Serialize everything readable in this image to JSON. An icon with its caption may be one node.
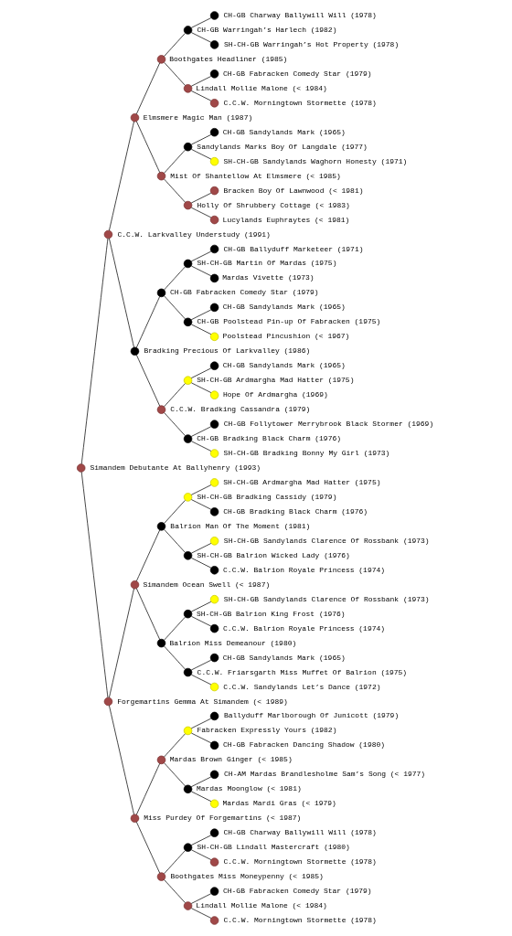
{
  "diagram": {
    "nodes": [
      {
        "text": [],
        "shape": "circle",
        "beside": [
          "CH-GB Charway Ballywill Will (1978)"
        ]
      },
      {
        "text": [],
        "shape": "circle",
        "beside": [
          "CH-GB Warringah’s Harlech (1982)"
        ]
      },
      {
        "text": [],
        "shape": "circle",
        "beside": [
          "SH-CH-GB Warringah’s Hot Property (1978)"
        ]
      },
      {
        "text": [],
        "shape": "circle",
        "beside": [
          "Boothgates Headliner (1985)"
        ]
      },
      {
        "text": [],
        "shape": "circle",
        "beside": [
          "CH-GB Fabracken Comedy Star (1979)"
        ]
      },
      {
        "text": [],
        "shape": "circle",
        "beside": [
          "Lindall Mollie Malone (< 1984)"
        ]
      },
      {
        "text": [],
        "shape": "circle",
        "beside": [
          "C.C.W. Morningtown Stormette (1978)"
        ]
      },
      {
        "text": [],
        "shape": "circle",
        "beside": [
          "Elmsmere Magic Man (1987)"
        ]
      },
      {
        "text": [],
        "shape": "circle",
        "beside": [
          "CH-GB Sandylands Mark (1965)"
        ]
      },
      {
        "text": [],
        "shape": "circle",
        "beside": [
          "Sandylands Marks Boy Of Langdale (1977)"
        ]
      },
      {
        "text": [],
        "shape": "circle",
        "beside": [
          "SH-CH-GB Sandylands Waghorn Honesty (1971)"
        ]
      },
      {
        "text": [],
        "shape": "circle",
        "beside": [
          "Mist Of Shantellow At Elmsmere (< 1985)"
        ]
      },
      {
        "text": [],
        "shape": "circle",
        "beside": [
          "Bracken Boy Of Lawnwood (< 1981)"
        ]
      },
      {
        "text": [],
        "shape": "circle",
        "beside": [
          "Holly Of Shrubbery Cottage (< 1983)"
        ]
      },
      {
        "text": [],
        "shape": "circle",
        "beside": [
          "Lucylands Euphraytes (< 1981)"
        ]
      },
      {
        "text": [],
        "shape": "circle",
        "beside": [
          "C.C.W. Larkvalley Understudy (1991)"
        ]
      },
      {
        "text": [],
        "shape": "circle",
        "beside": [
          "CH-GB Ballyduff Marketeer (1971)"
        ]
      },
      {
        "text": [],
        "shape": "circle",
        "beside": [
          "SH-CH-GB Martin Of Mardas (1975)"
        ]
      },
      {
        "text": [],
        "shape": "circle",
        "beside": [
          "Mardas Vivette (1973)"
        ]
      },
      {
        "text": [],
        "shape": "circle",
        "beside": [
          "CH-GB Fabracken Comedy Star (1979)"
        ]
      },
      {
        "text": [],
        "shape": "circle",
        "beside": [
          "CH-GB Sandylands Mark (1965)"
        ]
      },
      {
        "text": [],
        "shape": "circle",
        "beside": [
          "CH-GB Poolstead Pin-up Of Fabracken (1975)"
        ]
      },
      {
        "text": [],
        "shape": "circle",
        "beside": [
          "Poolstead Pincushion (< 1967)"
        ]
      },
      {
        "text": [],
        "shape": "circle",
        "beside": [
          "Bradking Precious Of Larkvalley (1986)"
        ]
      },
      {
        "text": [],
        "shape": "circle",
        "beside": [
          "CH-GB Sandylands Mark (1965)"
        ]
      },
      {
        "text": [],
        "shape": "circle",
        "beside": [
          "SH-CH-GB Ardmargha Mad Hatter (1975)"
        ]
      },
      {
        "text": [],
        "shape": "circle",
        "beside": [
          "Hope Of Ardmargha (1969)"
        ]
      },
      {
        "text": [],
        "shape": "circle",
        "beside": [
          "C.C.W. Bradking Cassandra (1979)"
        ]
      },
      {
        "text": [],
        "shape": "circle",
        "beside": [
          "CH-GB Follytower Merrybrook Black Stormer (1969)"
        ]
      },
      {
        "text": [],
        "shape": "circle",
        "beside": [
          "CH-GB Bradking Black Charm (1976)"
        ]
      },
      {
        "text": [],
        "shape": "circle",
        "beside": [
          "SH-CH-GB Bradking Bonny My Girl (1973)"
        ]
      },
      {
        "text": [],
        "shape": "circle",
        "beside": [
          "Simandem Debutante At Ballyhenry (1993)"
        ]
      },
      {
        "text": [],
        "shape": "circle",
        "beside": [
          "SH-CH-GB Ardmargha Mad Hatter (1975)"
        ]
      },
      {
        "text": [],
        "shape": "circle",
        "beside": [
          "SH-CH-GB Bradking Cassidy (1979)"
        ]
      },
      {
        "text": [],
        "shape": "circle",
        "beside": [
          "CH-GB Bradking Black Charm (1976)"
        ]
      },
      {
        "text": [],
        "shape": "circle",
        "beside": [
          "Balrion Man Of The Moment (1981)"
        ]
      },
      {
        "text": [],
        "shape": "circle",
        "beside": [
          "SH-CH-GB Sandylands Clarence Of Rossbank (1973)"
        ]
      },
      {
        "text": [],
        "shape": "circle",
        "beside": [
          "SH-CH-GB Balrion Wicked Lady (1976)"
        ]
      },
      {
        "text": [],
        "shape": "circle",
        "beside": [
          "C.C.W. Balrion Royale Princess (1974)"
        ]
      },
      {
        "text": [],
        "shape": "circle",
        "beside": [
          "Simandem Ocean Swell (< 1987)"
        ]
      },
      {
        "text": [],
        "shape": "circle",
        "beside": [
          "SH-CH-GB Sandylands Clarence Of Rossbank (1973)"
        ]
      },
      {
        "text": [],
        "shape": "circle",
        "beside": [
          "SH-CH-GB Balrion King Frost (1976)"
        ]
      },
      {
        "text": [],
        "shape": "circle",
        "beside": [
          "C.C.W. Balrion Royale Princess (1974)"
        ]
      },
      {
        "text": [],
        "shape": "circle",
        "beside": [
          "Balrion Miss Demeanour (1980)"
        ]
      },
      {
        "text": [],
        "shape": "circle",
        "beside": [
          "CH-GB Sandylands Mark (1965)"
        ]
      },
      {
        "text": [],
        "shape": "circle",
        "beside": [
          "C.C.W. Friarsgarth Miss Muffet Of Balrion (1975)"
        ]
      },
      {
        "text": [],
        "shape": "circle",
        "beside": [
          "C.C.W. Sandylands Let’s Dance (1972)"
        ]
      },
      {
        "text": [],
        "shape": "circle",
        "beside": [
          "Forgemartins Gemma At Simandem (< 1989)"
        ]
      },
      {
        "text": [],
        "shape": "circle",
        "beside": [
          "Ballyduff Marlborough Of Junicott (1979)"
        ]
      },
      {
        "text": [],
        "shape": "circle",
        "beside": [
          "Fabracken Expressly Yours (1982)"
        ]
      },
      {
        "text": [],
        "shape": "circle",
        "beside": [
          "CH-GB Fabracken Dancing Shadow (1980)"
        ]
      },
      {
        "text": [],
        "shape": "circle",
        "beside": [
          "Mardas Brown Ginger (< 1985)"
        ]
      },
      {
        "text": [],
        "shape": "circle",
        "beside": [
          "CH-AM Mardas Brandlesholme Sam’s Song (< 1977)"
        ]
      },
      {
        "text": [],
        "shape": "circle",
        "beside": [
          "Mardas Moonglow (< 1981)"
        ]
      },
      {
        "text": [],
        "shape": "circle",
        "beside": [
          "Mardas Mardi Gras (< 1979)"
        ]
      },
      {
        "text": [],
        "shape": "circle",
        "beside": [
          "Miss Purdey Of Forgemartins (< 1987)"
        ]
      },
      {
        "text": [],
        "shape": "circle",
        "beside": [
          "CH-GB Charway Ballywill Will (1978)"
        ]
      },
      {
        "text": [],
        "shape": "circle",
        "beside": [
          "SH-CH-GB Lindall Mastercraft (1980)"
        ]
      },
      {
        "text": [],
        "shape": "circle",
        "beside": [
          "C.C.W. Morningtown Stormette (1978)"
        ]
      },
      {
        "text": [],
        "shape": "circle",
        "beside": [
          "Boothgates Miss Moneypenny (< 1985)"
        ]
      },
      {
        "text": [],
        "shape": "circle",
        "beside": [
          "CH-GB Fabracken Comedy Star (1979)"
        ]
      },
      {
        "text": [],
        "shape": "circle",
        "beside": [
          "Lindall Mollie Malone (< 1984)"
        ]
      },
      {
        "text": [],
        "shape": "circle",
        "beside": [
          "C.C.W. Morningtown Stormette (1978)"
        ]
      }
    ],
    "edges": [
      {
        "from": 31,
        "to": 15,
        "arrow": "none"
      },
      {
        "from": 31,
        "to": 47,
        "arrow": "none"
      },
      {
        "from": 15,
        "to": 7,
        "arrow": "none"
      },
      {
        "from": 15,
        "to": 23,
        "arrow": "none"
      },
      {
        "from": 47,
        "to": 39,
        "arrow": "none"
      },
      {
        "from": 47,
        "to": 55,
        "arrow": "none"
      },
      {
        "from": 7,
        "to": 3,
        "arrow": "none"
      },
      {
        "from": 7,
        "to": 11,
        "arrow": "none"
      },
      {
        "from": 23,
        "to": 19,
        "arrow": "none"
      },
      {
        "from": 23,
        "to": 27,
        "arrow": "none"
      },
      {
        "from": 39,
        "to": 35,
        "arrow": "none"
      },
      {
        "from": 39,
        "to": 43,
        "arrow": "none"
      },
      {
        "from": 55,
        "to": 51,
        "arrow": "none"
      },
      {
        "from": 55,
        "to": 59,
        "arrow": "none"
      },
      {
        "from": 3,
        "to": 1,
        "arrow": "none"
      },
      {
        "from": 3,
        "to": 5,
        "arrow": "none"
      },
      {
        "from": 11,
        "to": 9,
        "arrow": "none"
      },
      {
        "from": 11,
        "to": 13,
        "arrow": "none"
      },
      {
        "from": 19,
        "to": 17,
        "arrow": "none"
      },
      {
        "from": 19,
        "to": 21,
        "arrow": "none"
      },
      {
        "from": 27,
        "to": 25,
        "arrow": "none"
      },
      {
        "from": 27,
        "to": 29,
        "arrow": "none"
      },
      {
        "from": 35,
        "to": 33,
        "arrow": "none"
      },
      {
        "from": 35,
        "to": 37,
        "arrow": "none"
      },
      {
        "from": 43,
        "to": 41,
        "arrow": "none"
      },
      {
        "from": 43,
        "to": 45,
        "arrow": "none"
      },
      {
        "from": 51,
        "to": 49,
        "arrow": "none"
      },
      {
        "from": 51,
        "to": 53,
        "arrow": "none"
      },
      {
        "from": 59,
        "to": 57,
        "arrow": "none"
      },
      {
        "from": 59,
        "to": 61,
        "arrow": "none"
      },
      {
        "from": 1,
        "to": 0,
        "arrow": "none"
      },
      {
        "from": 1,
        "to": 2,
        "arrow": "none"
      },
      {
        "from": 5,
        "to": 4,
        "arrow": "none"
      },
      {
        "from": 5,
        "to": 6,
        "arrow": "none"
      },
      {
        "from": 9,
        "to": 8,
        "arrow": "none"
      },
      {
        "from": 9,
        "to": 10,
        "arrow": "none"
      },
      {
        "from": 13,
        "to": 12,
        "arrow": "none"
      },
      {
        "from": 13,
        "to": 14,
        "arrow": "none"
      },
      {
        "from": 17,
        "to": 16,
        "arrow": "none"
      },
      {
        "from": 17,
        "to": 18,
        "arrow": "none"
      },
      {
        "from": 21,
        "to": 20,
        "arrow": "none"
      },
      {
        "from": 21,
        "to": 22,
        "arrow": "none"
      },
      {
        "from": 25,
        "to": 24,
        "arrow": "none"
      },
      {
        "from": 25,
        "to": 26,
        "arrow": "none"
      },
      {
        "from": 29,
        "to": 28,
        "arrow": "none"
      },
      {
        "from": 29,
        "to": 30,
        "arrow": "none"
      },
      {
        "from": 33,
        "to": 32,
        "arrow": "none"
      },
      {
        "from": 33,
        "to": 34,
        "arrow": "none"
      },
      {
        "from": 37,
        "to": 36,
        "arrow": "none"
      },
      {
        "from": 37,
        "to": 38,
        "arrow": "none"
      },
      {
        "from": 41,
        "to": 40,
        "arrow": "none"
      },
      {
        "from": 41,
        "to": 42,
        "arrow": "none"
      },
      {
        "from": 45,
        "to": 44,
        "arrow": "none"
      },
      {
        "from": 45,
        "to": 46,
        "arrow": "none"
      },
      {
        "from": 49,
        "to": 48,
        "arrow": "none"
      },
      {
        "from": 49,
        "to": 50,
        "arrow": "none"
      },
      {
        "from": 53,
        "to": 52,
        "arrow": "none"
      },
      {
        "from": 53,
        "to": 54,
        "arrow": "none"
      },
      {
        "from": 57,
        "to": 56,
        "arrow": "none"
      },
      {
        "from": 57,
        "to": 58,
        "arrow": "none"
      },
      {
        "from": 61,
        "to": 60,
        "arrow": "none"
      },
      {
        "from": 61,
        "to": 62,
        "arrow": "none"
      }
    ]
  }
}
